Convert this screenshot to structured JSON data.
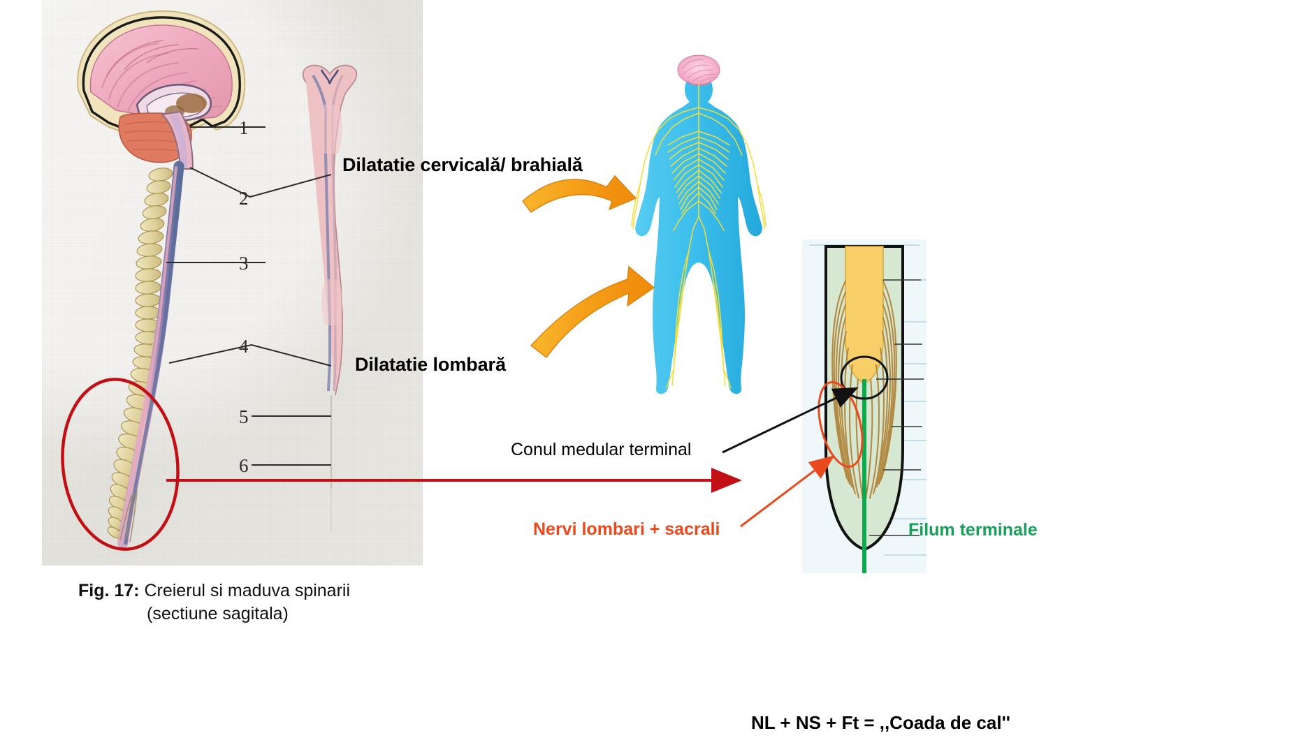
{
  "slide": {
    "language": "ro",
    "background_color": "#ffffff"
  },
  "left_panel": {
    "name": "scanned-sagittal-figure",
    "background_color": "#e8e7e2",
    "numbered_labels": [
      "1",
      "2",
      "3",
      "4",
      "5",
      "6"
    ],
    "caption_line1_bold": "Fig. 17:",
    "caption_line1_rest": " Creierul si maduva spinarii",
    "caption_line2": "(sectiune sagitala)",
    "annotation_ellipse_color": "#c20f15",
    "annotation_arrow_color": "#c20f15"
  },
  "labels": {
    "cervicala": "Dilatatie cervicală/ brahială",
    "lombara": "Dilatatie lombară",
    "conul_medular": "Conul medular terminal",
    "nervi": "Nervi lombari + sacrali",
    "filum": "Filum terminale"
  },
  "colors": {
    "orange_arrow": "#f5a21e",
    "orange_arrow_dark": "#e07e10",
    "red_annotation": "#c20f15",
    "orange_red_text": "#e8491d",
    "green_text": "#18a05a",
    "black_text": "#000000",
    "body_cyan": "#3ec3ef",
    "nerve_yellow": "#f4e03a",
    "brain_pink": "#f4b8d0",
    "cord_green": "#cfe4cb",
    "canal_yellow": "#f6cf63",
    "root_brown": "#b08a42",
    "filum_green": "#0fa84e"
  },
  "center_figure": {
    "name": "whole-body-nervous-system",
    "description": "human body silhouette with peripheral nervous system"
  },
  "right_figure": {
    "name": "conus-medullaris-diagram",
    "description": "conus medullaris, cauda equina roots and filum terminale"
  },
  "bottom_right_caption": "NL + NS + Ft = ,,Coada de cal''"
}
